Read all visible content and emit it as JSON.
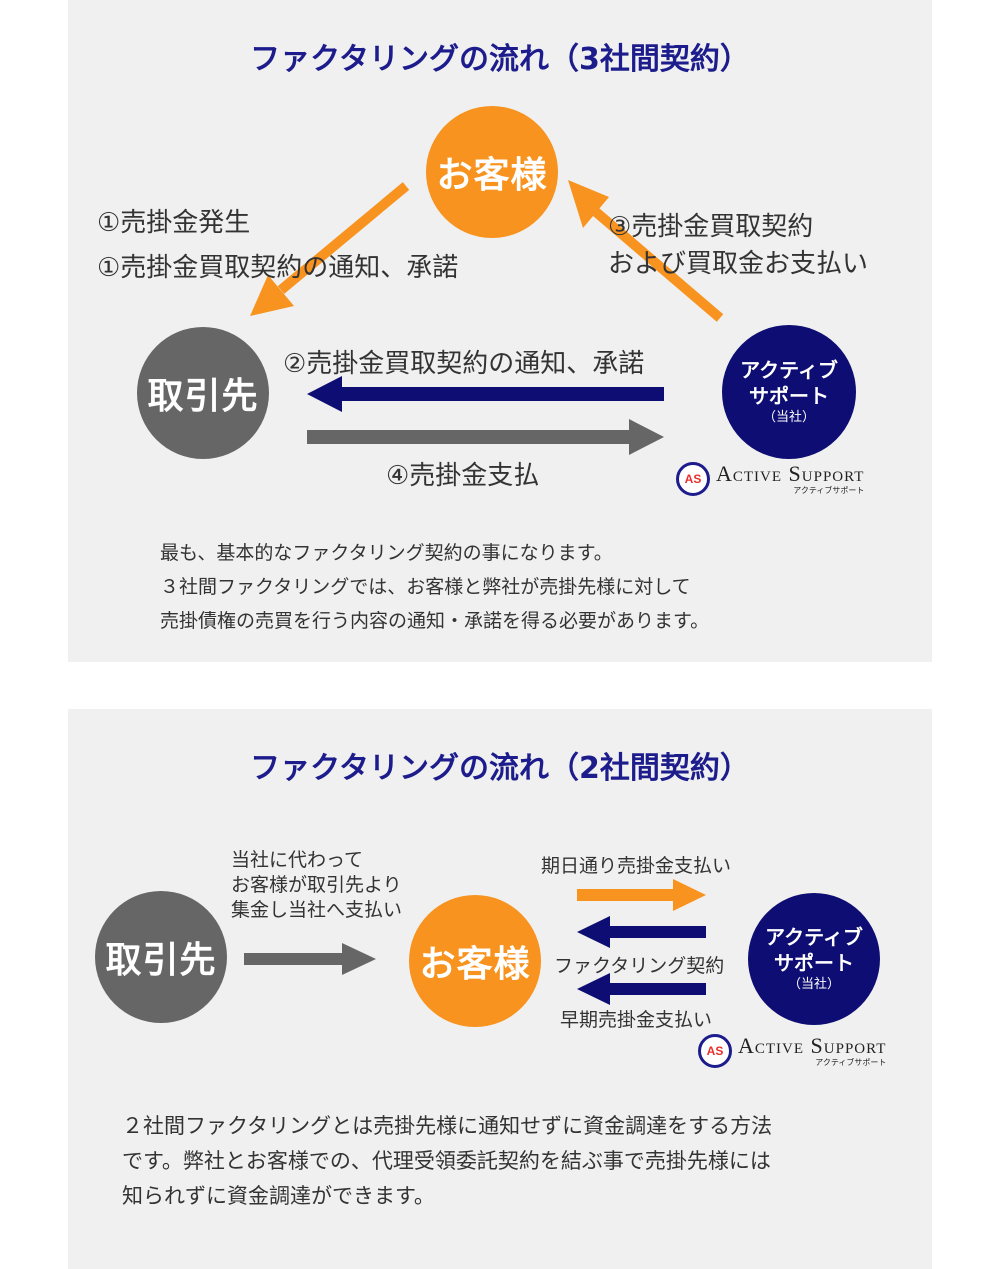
{
  "section1": {
    "title": "ファクタリングの流れ（3社間契約）",
    "nodes": {
      "customer": "お客様",
      "partner": "取引先",
      "active_support": [
        "アクティブ",
        "サポート",
        "（当社）"
      ]
    },
    "labels": {
      "step1a": "①売掛金発生",
      "step1b": "①売掛金買取契約の通知、承諾",
      "step2": "②売掛金買取契約の通知、承諾",
      "step3a": "③売掛金買取契約",
      "step3b": "および買取金お支払い",
      "step4": "④売掛金支払"
    },
    "logo": {
      "badge": "AS",
      "name": "Active Support",
      "sub": "アクティブサポート"
    },
    "description": [
      "最も、基本的なファクタリング契約の事になります。",
      "３社間ファクタリングでは、お客様と弊社が売掛先様に対して",
      "売掛債権の売買を行う内容の通知・承諾を得る必要があります。"
    ]
  },
  "section2": {
    "title": "ファクタリングの流れ（2社間契約）",
    "nodes": {
      "partner": "取引先",
      "customer": "お客様",
      "active_support": [
        "アクティブ",
        "サポート",
        "（当社）"
      ]
    },
    "labels": {
      "payment_note": [
        "当社に代わって",
        "お客様が取引先より",
        "集金し当社へ支払い"
      ],
      "due_payment": "期日通り売掛金支払い",
      "contract": "ファクタリング契約",
      "early_payment": "早期売掛金支払い"
    },
    "logo": {
      "badge": "AS",
      "name": "Active Support",
      "sub": "アクティブサポート"
    },
    "description": [
      "２社間ファクタリングとは売掛先様に通知せずに資金調達をする方法",
      "です。弊社とお客様での、代理受領委託契約を結ぶ事で売掛先様には",
      "知られずに資金調達ができます。"
    ]
  },
  "colors": {
    "orange": "#f7931e",
    "navy": "#0d0d73",
    "gray": "#666666",
    "title_blue": "#1c1c8c",
    "panel": "#f0f0f0"
  }
}
